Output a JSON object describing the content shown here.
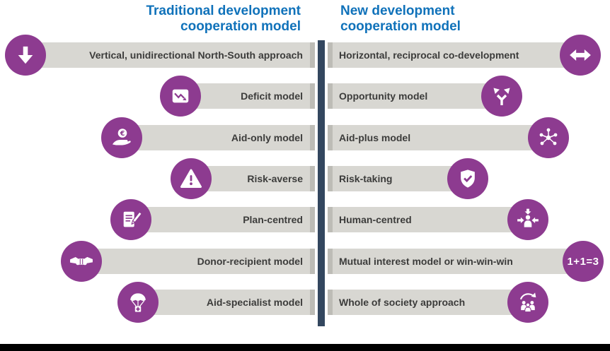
{
  "colors": {
    "purple": "#8d3b90",
    "navy": "#33475f",
    "bar": "#d8d7d2",
    "bar_edge": "#bdbcb6",
    "header_blue": "#1072ba",
    "text": "#3c3c3b",
    "footer": "#000000"
  },
  "headers": {
    "left": "Traditional development\ncooperation model",
    "right": "New development\ncooperation model"
  },
  "rows": [
    {
      "left": {
        "label": "Vertical, unidirectional North-South approach",
        "icon": "arrow-down-icon"
      },
      "right": {
        "label": "Horizontal, reciprocal co-development",
        "icon": "arrows-left-right-icon"
      }
    },
    {
      "left": {
        "label": "Deficit model",
        "icon": "declining-chart-icon"
      },
      "right": {
        "label": "Opportunity model",
        "icon": "branching-arrows-icon"
      }
    },
    {
      "left": {
        "label": "Aid-only model",
        "icon": "hand-euro-icon"
      },
      "right": {
        "label": "Aid-plus model",
        "icon": "network-icon"
      }
    },
    {
      "left": {
        "label": "Risk-averse",
        "icon": "warning-icon"
      },
      "right": {
        "label": "Risk-taking",
        "icon": "shield-check-icon"
      }
    },
    {
      "left": {
        "label": "Plan-centred",
        "icon": "document-pencil-icon"
      },
      "right": {
        "label": "Human-centred",
        "icon": "person-arrows-icon"
      }
    },
    {
      "left": {
        "label": "Donor-recipient model",
        "icon": "handshake-icon"
      },
      "right": {
        "label": "Mutual interest model or win-win-win",
        "icon": "one-plus-one-equals-three-badge",
        "badge": "1+1=3"
      }
    },
    {
      "left": {
        "label": "Aid-specialist model",
        "icon": "parachute-aid-icon"
      },
      "right": {
        "label": "Whole of society approach",
        "icon": "people-cycle-icon"
      }
    }
  ]
}
